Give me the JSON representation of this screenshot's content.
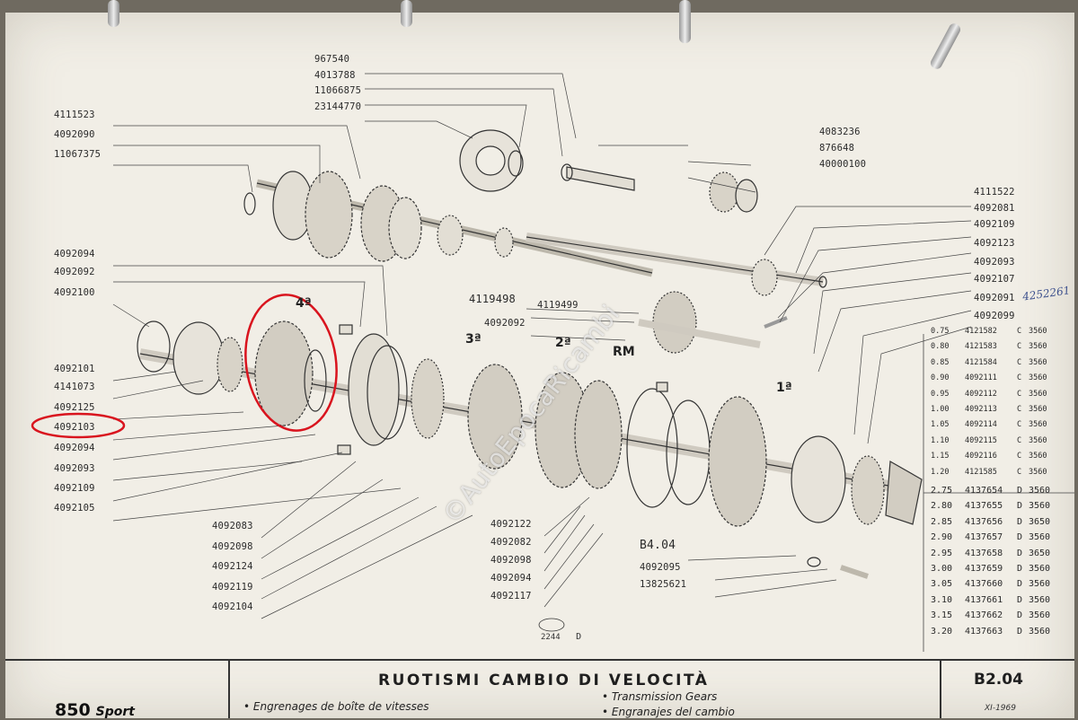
{
  "header_parts_top": {
    "p967540": "967540",
    "p4013788": "4013788",
    "p11066875": "11066875",
    "p23144770": "23144770",
    "p4111523": "4111523",
    "p4092090": "4092090",
    "p11067375": "11067375",
    "p4083236": "4083236",
    "p876648": "876648",
    "p40000100": "40000100"
  },
  "left_parts": [
    "4092094",
    "4092092",
    "4092100",
    "4092101",
    "4141073",
    "4092125",
    "4092103",
    "4092094",
    "4092093",
    "4092109",
    "4092105"
  ],
  "bottom_left_parts": [
    "4092083",
    "4092098",
    "4092124",
    "4092119",
    "4092104"
  ],
  "center_parts": {
    "p4119498": "4119498",
    "p4119499": "4119499",
    "p4092092": "4092092",
    "bottom": [
      "4092122",
      "4092082",
      "4092098",
      "4092094",
      "4092117"
    ]
  },
  "right_parts": [
    "4111522",
    "4092081",
    "4092109",
    "4092123",
    "4092093",
    "4092107",
    "4092091",
    "4092099"
  ],
  "bottom_right_parts": {
    "b404": "B4.04",
    "p4092095": "4092095",
    "p13825621": "13825621"
  },
  "gear_labels": {
    "fourth": "4ª",
    "third": "3ª",
    "second": "2ª",
    "reverse": "RM",
    "first": "1ª"
  },
  "ratio_table": [
    [
      "0.75",
      "4121582",
      "C",
      "3560"
    ],
    [
      "0.80",
      "4121583",
      "C",
      "3560"
    ],
    [
      "0.85",
      "4121584",
      "C",
      "3560"
    ],
    [
      "0.90",
      "4092111",
      "C",
      "3560"
    ],
    [
      "0.95",
      "4092112",
      "C",
      "3560"
    ],
    [
      "1.00",
      "4092113",
      "C",
      "3560"
    ],
    [
      "1.05",
      "4092114",
      "C",
      "3560"
    ],
    [
      "1.10",
      "4092115",
      "C",
      "3560"
    ],
    [
      "1.15",
      "4092116",
      "C",
      "3560"
    ],
    [
      "1.20",
      "4121585",
      "C",
      "3560"
    ],
    [
      "2.75",
      "4137654",
      "D",
      "3560"
    ],
    [
      "2.80",
      "4137655",
      "D",
      "3560"
    ],
    [
      "2.85",
      "4137656",
      "D",
      "3650"
    ],
    [
      "2.90",
      "4137657",
      "D",
      "3560"
    ],
    [
      "2.95",
      "4137658",
      "D",
      "3650"
    ],
    [
      "3.00",
      "4137659",
      "D",
      "3560"
    ],
    [
      "3.05",
      "4137660",
      "D",
      "3560"
    ],
    [
      "3.10",
      "4137661",
      "D",
      "3560"
    ],
    [
      "3.15",
      "4137662",
      "D",
      "3560"
    ],
    [
      "3.20",
      "4137663",
      "D",
      "3560"
    ]
  ],
  "handwritten_note": "4252261",
  "figure_code": "2244",
  "figure_suffix": "D",
  "watermark": "©AutoEpocaRicambi",
  "footer": {
    "model_number": "850",
    "model_variant": "Sport",
    "title": "RUOTISMI CAMBIO DI VELOCITÀ",
    "lang_fr": "• Engrenages de boîte de vitesses",
    "lang_en": "• Transmission Gears",
    "lang_es": "• Engranajes del cambio",
    "code": "B2.04",
    "date": "XI-1969"
  },
  "colors": {
    "paper": "#f1eee6",
    "ink": "#2a2a2a",
    "highlight": "#d9141e",
    "handwriting": "#3b4f8c"
  }
}
